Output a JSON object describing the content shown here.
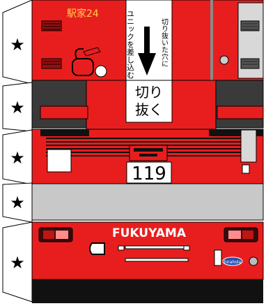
{
  "sheet": {
    "station_label": "駅家24",
    "plug_instruction": "ユニックを差し込む",
    "slot_instruction": "切り抜いた穴に",
    "cut_label_line1": "切り",
    "cut_label_line2": "抜く",
    "unit_number": "119",
    "city_name": "FUKUYAMA",
    "maker_badge": "hirahola"
  },
  "tabs": [
    {
      "symbol": "★"
    },
    {
      "symbol": "★"
    },
    {
      "symbol": "★"
    },
    {
      "symbol": "★"
    },
    {
      "symbol": "★"
    }
  ],
  "colors": {
    "body_red": "#e81e1e",
    "dark_red": "#9a0f0f",
    "panel_gray": "#3a3a3a",
    "bumper_gray": "#c8c8c8",
    "black": "#111111"
  },
  "icons": [
    "star-icon",
    "arrow-down-icon",
    "extinguisher-icon",
    "light-icon",
    "badge-icon"
  ]
}
